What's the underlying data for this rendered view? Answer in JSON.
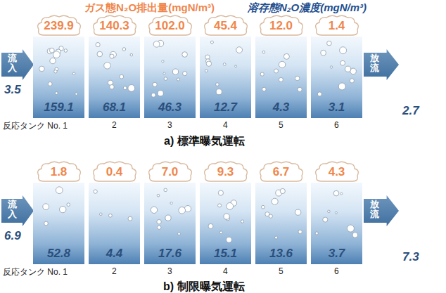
{
  "diagram": {
    "nodes": [
      {
        "text": [
          "流入"
        ]
      },
      {
        "text": [
          "239.9"
        ]
      },
      {
        "text": [
          "159.1"
        ]
      },
      {
        "text": [
          "140.3"
        ]
      },
      {
        "text": [
          "68.1"
        ]
      },
      {
        "text": [
          "102.0"
        ]
      },
      {
        "text": [
          "46.3"
        ]
      },
      {
        "text": [
          "45.4"
        ]
      },
      {
        "text": [
          "12.7"
        ]
      },
      {
        "text": [
          "12.0"
        ]
      },
      {
        "text": [
          "4.3"
        ]
      },
      {
        "text": [
          "1.4"
        ]
      },
      {
        "text": [
          "3.1"
        ]
      },
      {
        "text": [
          "放流"
        ]
      },
      {
        "text": [
          "流入"
        ]
      },
      {
        "text": [
          "1.8"
        ]
      },
      {
        "text": [
          "52.8"
        ]
      },
      {
        "text": [
          "0.4"
        ]
      },
      {
        "text": [
          "4.4"
        ]
      },
      {
        "text": [
          "7.0"
        ]
      },
      {
        "text": [
          "17.6"
        ]
      },
      {
        "text": [
          "9.3"
        ]
      },
      {
        "text": [
          "15.1"
        ]
      },
      {
        "text": [
          "6.7"
        ]
      },
      {
        "text": [
          "13.6"
        ]
      },
      {
        "text": [
          "4.3"
        ]
      },
      {
        "text": [
          "3.7"
        ]
      },
      {
        "text": [
          "放流"
        ]
      }
    ],
    "labels": [
      "ガス態N₂O排出量(mgN/m³)",
      "溶存態N₂O濃度(mgN/m³)",
      "3.5",
      "2.7",
      "反応タンク No. 1",
      "2",
      "3",
      "4",
      "5",
      "6",
      "a) 標準曝気運転",
      "6.9",
      "7.3",
      "反応タンク No. 1",
      "2",
      "3",
      "4",
      "5",
      "6",
      "b) 制限曝気運転"
    ]
  }
}
